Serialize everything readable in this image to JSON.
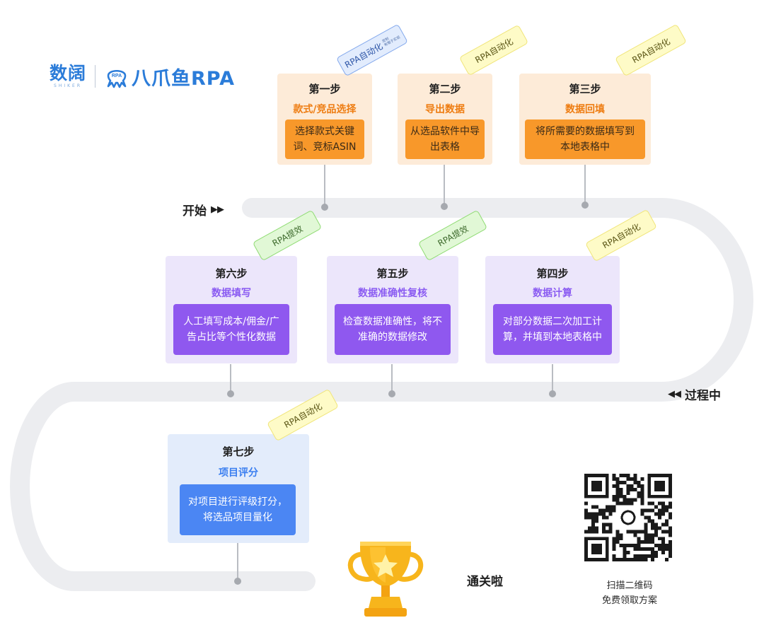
{
  "brand": {
    "shuku": "数阔",
    "shuku_en": "SHIKER",
    "octo_badge": "RPA",
    "bazhuayu": "八爪鱼RPA"
  },
  "labels": {
    "start": "开始",
    "start_arrows": "▶▶",
    "progress": "过程中",
    "progress_arrows": "◀◀",
    "finish": "通关啦"
  },
  "steps": [
    {
      "title": "第一步",
      "subtitle": "款式/竞品选择",
      "desc": "选择款式关键词、竞标ASIN",
      "tag": "RPA自动化",
      "tag_note_1": "定制",
      "tag_note_2": "有限于实现"
    },
    {
      "title": "第二步",
      "subtitle": "导出数据",
      "desc": "从选品软件中导出表格",
      "tag": "RPA自动化"
    },
    {
      "title": "第三步",
      "subtitle": "数据回填",
      "desc": "将所需要的数据填写到本地表格中",
      "tag": "RPA自动化"
    },
    {
      "title": "第四步",
      "subtitle": "数据计算",
      "desc": "对部分数据二次加工计算，并填到本地表格中",
      "tag": "RPA自动化"
    },
    {
      "title": "第五步",
      "subtitle": "数据准确性复核",
      "desc": "检查数据准确性，将不准确的数据修改",
      "tag": "RPA提效"
    },
    {
      "title": "第六步",
      "subtitle": "数据填写",
      "desc": "人工填写成本/佣金/广告占比等个性化数据",
      "tag": "RPA提效"
    },
    {
      "title": "第七步",
      "subtitle": "项目评分",
      "desc": "对项目进行评级打分，将选品项目量化",
      "tag": "RPA自动化"
    }
  ],
  "qr": {
    "caption_line1": "扫描二维码",
    "caption_line2": "免费领取方案"
  },
  "colors": {
    "brand_blue": "#2b7cd9",
    "orange": "#f8982a",
    "purple": "#8f58ef",
    "blue": "#4b86f3",
    "track": "#ecedf0",
    "trophy": "#f7b51c"
  }
}
